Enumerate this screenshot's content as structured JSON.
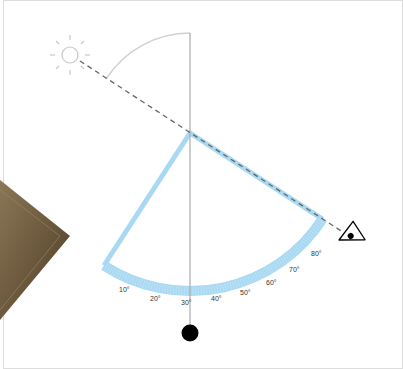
{
  "diagram": {
    "labels": [
      "10°",
      "20°",
      "30°",
      "40°",
      "50°",
      "60°",
      "70°",
      "80°"
    ]
  }
}
